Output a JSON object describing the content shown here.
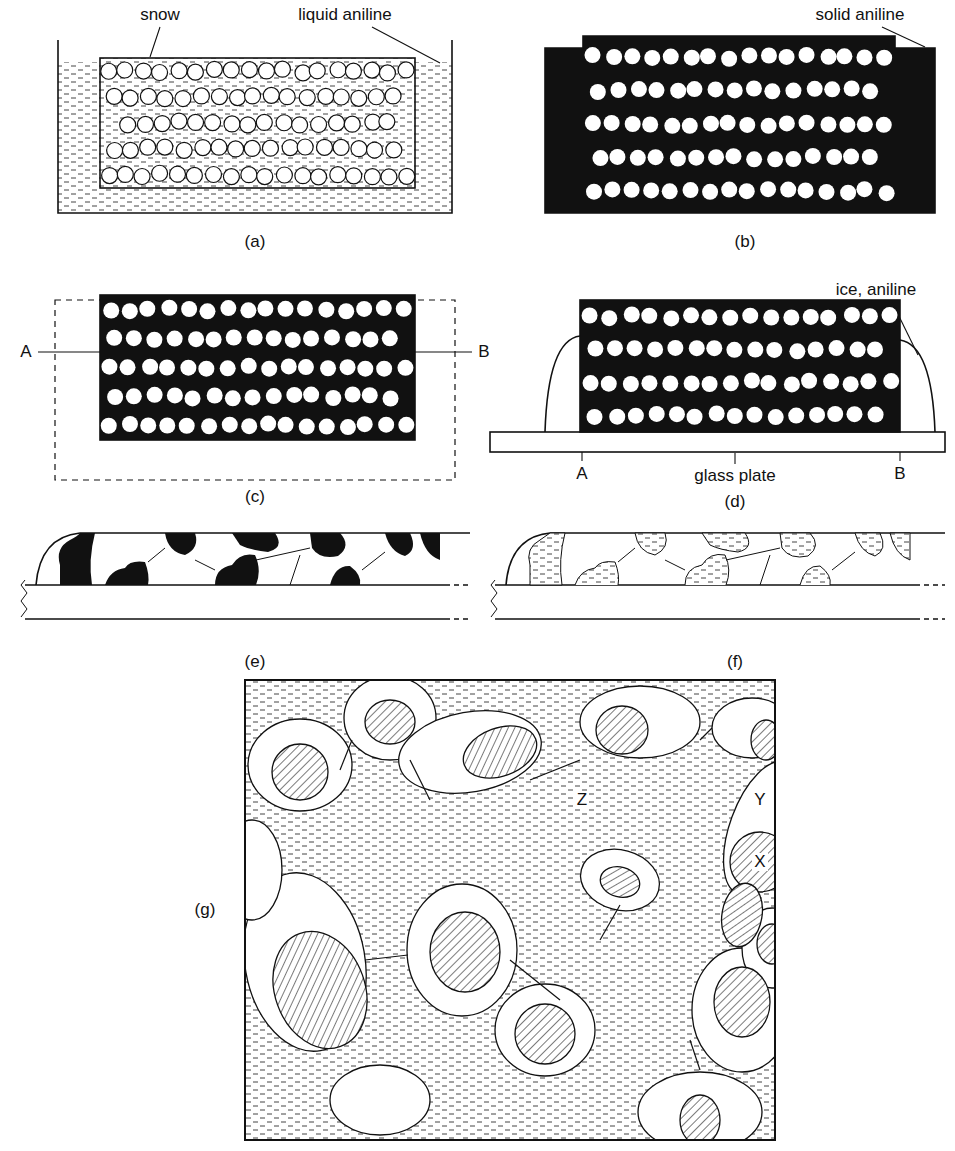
{
  "diagram": {
    "labels": [
      "snow",
      "liquid aniline",
      "(a)",
      "solid aniline",
      "(b)",
      "A",
      "B",
      "(c)",
      "ice, aniline",
      "A",
      "glass plate",
      "B",
      "(d)",
      "(e)",
      "(f)",
      "(g)",
      "Y",
      "X",
      "Z"
    ]
  }
}
